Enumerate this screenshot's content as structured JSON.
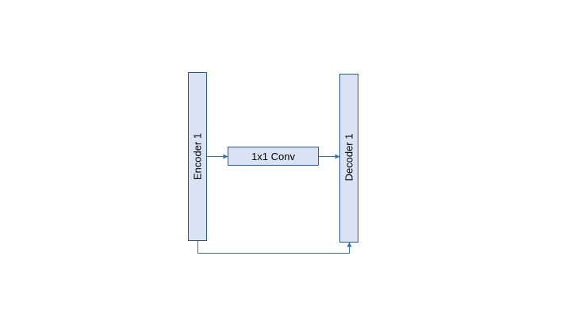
{
  "diagram": {
    "blocks": {
      "encoder": {
        "label": "Encoder 1"
      },
      "conv": {
        "label": "1x1 Conv"
      },
      "decoder": {
        "label": "Decoder 1"
      }
    },
    "colors": {
      "block_fill": "#dae3f3",
      "block_stroke": "#2f5597",
      "arrow": "#2e75b6"
    }
  }
}
